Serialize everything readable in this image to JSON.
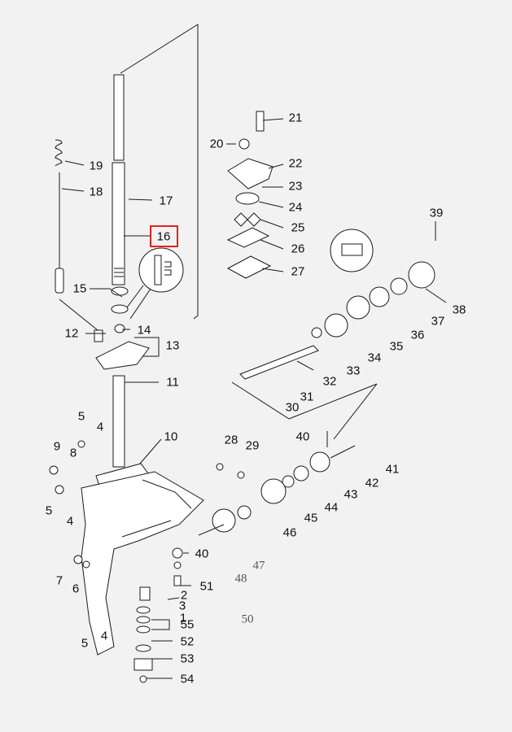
{
  "diagram": {
    "highlight_part": "16",
    "highlight_color": "#e4231c",
    "line_color": "#1a1a1a",
    "background": "#f2f2f2",
    "labels": {
      "p1": "1",
      "p2": "2",
      "p3": "3",
      "p4a": "4",
      "p4b": "4",
      "p4c": "4",
      "p5a": "5",
      "p5b": "5",
      "p5c": "5",
      "p6": "6",
      "p7": "7",
      "p8": "8",
      "p9": "9",
      "p10": "10",
      "p11": "11",
      "p12": "12",
      "p13": "13",
      "p14": "14",
      "p15": "15",
      "p16": "16",
      "p17": "17",
      "p18": "18",
      "p19": "19",
      "p20": "20",
      "p21": "21",
      "p22": "22",
      "p23": "23",
      "p24": "24",
      "p25": "25",
      "p26": "26",
      "p27": "27",
      "p28": "28",
      "p29": "29",
      "p30": "30",
      "p31": "31",
      "p32": "32",
      "p33": "33",
      "p34": "34",
      "p35": "35",
      "p36": "36",
      "p37": "37",
      "p38": "38",
      "p39": "39",
      "p40a": "40",
      "p40b": "40",
      "p41": "41",
      "p42": "42",
      "p43": "43",
      "p44": "44",
      "p45": "45",
      "p46": "46",
      "p47": "47",
      "p48": "48",
      "p50": "50",
      "p51": "51",
      "p52": "52",
      "p53": "53",
      "p54": "54",
      "p55": "55"
    }
  }
}
